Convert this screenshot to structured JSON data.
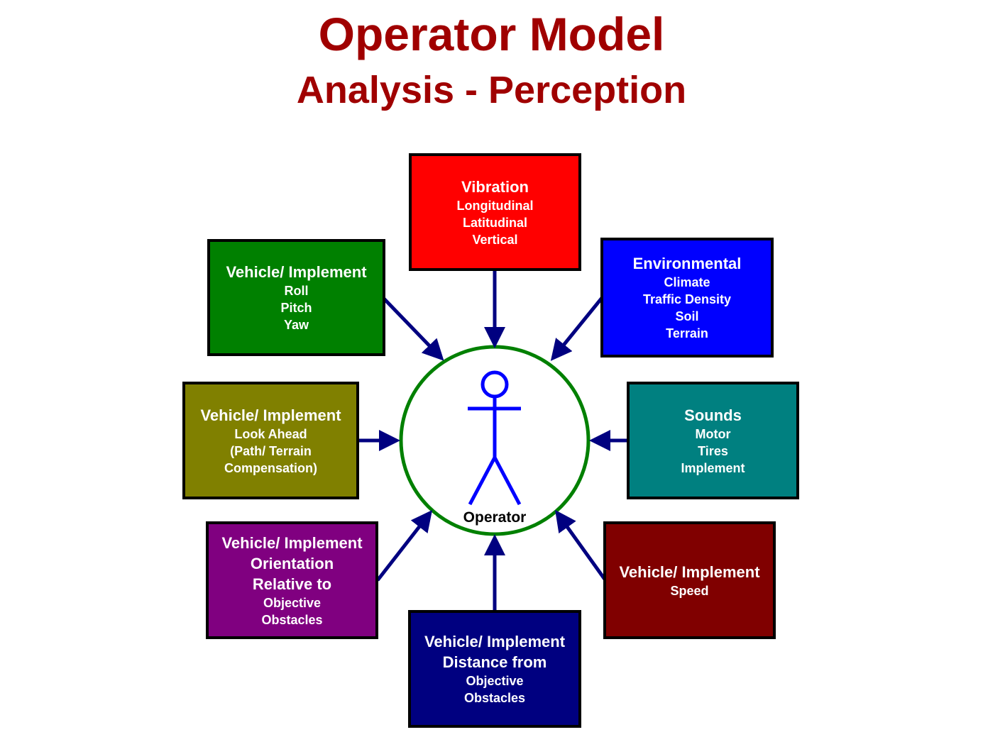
{
  "title": "Operator Model",
  "subtitle": "Analysis - Perception",
  "center_label": "Operator",
  "boxes": [
    {
      "id": "vibration",
      "color": "#ff0000",
      "heading": [
        "Vibration"
      ],
      "lines": [
        "Longitudinal",
        "Latitudinal",
        "Vertical"
      ]
    },
    {
      "id": "roll-pitch-yaw",
      "color": "#008000",
      "heading": [
        "Vehicle/ Implement"
      ],
      "lines": [
        "Roll",
        "Pitch",
        "Yaw"
      ]
    },
    {
      "id": "environmental",
      "color": "#0000ff",
      "heading": [
        "Environmental"
      ],
      "lines": [
        "Climate",
        "Traffic Density",
        "Soil",
        "Terrain"
      ]
    },
    {
      "id": "look-ahead",
      "color": "#808000",
      "heading": [
        "Vehicle/ Implement"
      ],
      "lines": [
        "Look Ahead",
        "(Path/ Terrain",
        "Compensation)"
      ]
    },
    {
      "id": "sounds",
      "color": "#008080",
      "heading": [
        "Sounds"
      ],
      "lines": [
        "Motor",
        "Tires",
        "Implement"
      ]
    },
    {
      "id": "orientation",
      "color": "#800080",
      "heading": [
        "Vehicle/ Implement",
        "Orientation",
        "Relative to"
      ],
      "lines": [
        "Objective",
        "Obstacles"
      ]
    },
    {
      "id": "speed",
      "color": "#800000",
      "heading": [
        "Vehicle/ Implement"
      ],
      "lines": [
        "Speed"
      ]
    },
    {
      "id": "distance",
      "color": "#000080",
      "heading": [
        "Vehicle/ Implement",
        "Distance from"
      ],
      "lines": [
        "Objective",
        "Obstacles"
      ]
    }
  ]
}
